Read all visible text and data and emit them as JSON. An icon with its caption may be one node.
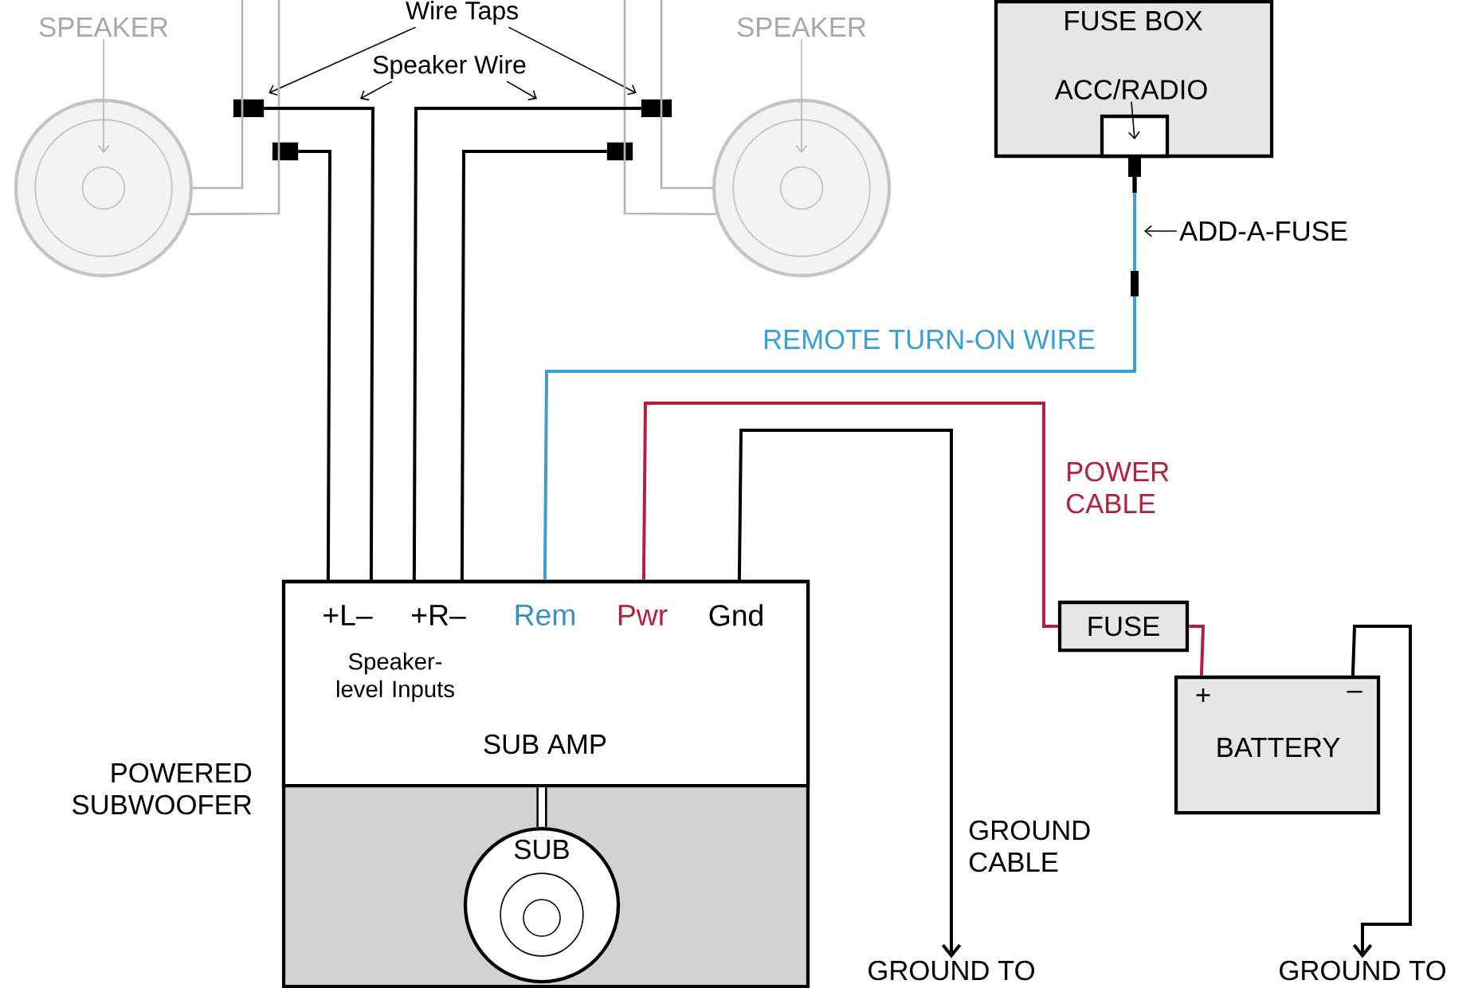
{
  "diagram": {
    "nodes": [
      {
        "text": [
          "SPEAKER"
        ]
      },
      {
        "text": [],
        "shape": "circle"
      },
      {
        "text": [
          "Wire Taps"
        ]
      },
      {
        "text": [
          "Speaker Wire"
        ]
      },
      {
        "text": [
          "SPEAKER"
        ]
      },
      {
        "text": [],
        "shape": "circle"
      },
      {
        "text": [
          "FUSE BOX"
        ]
      },
      {
        "text": [
          "ACC/RADIO"
        ],
        "in": 6
      },
      {
        "text": [],
        "shape": "box",
        "in": 6
      },
      {
        "text": [],
        "shape": "box"
      },
      {
        "text": [],
        "shape": "box"
      },
      {
        "text": [],
        "shape": "box"
      },
      {
        "text": [],
        "shape": "box"
      },
      {
        "text": [
          "ADD-A-FUSE"
        ]
      },
      {
        "text": [
          "POWERED SUBWOOFER"
        ]
      },
      {
        "text": [
          "+L–",
          "+R–",
          "Rem",
          "Pwr",
          "Gnd",
          "Speaker-level Inputs",
          "SUB AMP"
        ],
        "in": 14
      },
      {
        "text": [
          "SUB"
        ],
        "in": 14
      },
      {
        "text": [
          "FUSE"
        ]
      },
      {
        "text": [
          "+",
          "–",
          "BATTERY"
        ]
      },
      {
        "text": [
          "GROUND TO"
        ]
      },
      {
        "text": [
          "GROUND TO"
        ]
      }
    ],
    "edges": [
      {
        "from": 0,
        "to": 1,
        "arrow": "to",
        "color": "#b4b4b4"
      },
      {
        "from": 4,
        "to": 5,
        "arrow": "to",
        "color": "#b4b4b4"
      },
      {
        "from": 2,
        "to": 9,
        "arrow": "to"
      },
      {
        "from": 2,
        "to": 12,
        "arrow": "to"
      },
      {
        "from": 3,
        "to": null,
        "arrow": "to"
      },
      {
        "from": 3,
        "to": null,
        "arrow": "to"
      },
      {
        "from": 1,
        "to": null,
        "arrow": "none",
        "color": "#b4b4b4"
      },
      {
        "from": 1,
        "to": null,
        "arrow": "none",
        "color": "#b4b4b4"
      },
      {
        "from": 5,
        "to": null,
        "arrow": "none",
        "color": "#b4b4b4"
      },
      {
        "from": 5,
        "to": null,
        "arrow": "none",
        "color": "#b4b4b4"
      },
      {
        "from": 9,
        "to": 15,
        "arrow": "none"
      },
      {
        "from": 10,
        "to": 15,
        "arrow": "none"
      },
      {
        "from": 11,
        "to": 15,
        "arrow": "none"
      },
      {
        "from": 12,
        "to": 15,
        "arrow": "none"
      },
      {
        "from": 7,
        "to": 8,
        "arrow": "to"
      },
      {
        "from": 13,
        "to": null,
        "arrow": "to"
      },
      {
        "from": 15,
        "to": 8,
        "arrow": "none",
        "label": "REMOTE TURN-ON WIRE",
        "color": "#3a9fd6"
      },
      {
        "from": 15,
        "to": 17,
        "arrow": "none",
        "label": "POWER CABLE",
        "color": "#b3203c"
      },
      {
        "from": 17,
        "to": 18,
        "arrow": "none",
        "color": "#b3203c"
      },
      {
        "from": 15,
        "to": 19,
        "arrow": "to",
        "label": "GROUND CABLE"
      },
      {
        "from": 18,
        "to": 20,
        "arrow": "to"
      },
      {
        "from": 15,
        "to": 16,
        "arrow": "none",
        "style": "thick"
      }
    ]
  }
}
